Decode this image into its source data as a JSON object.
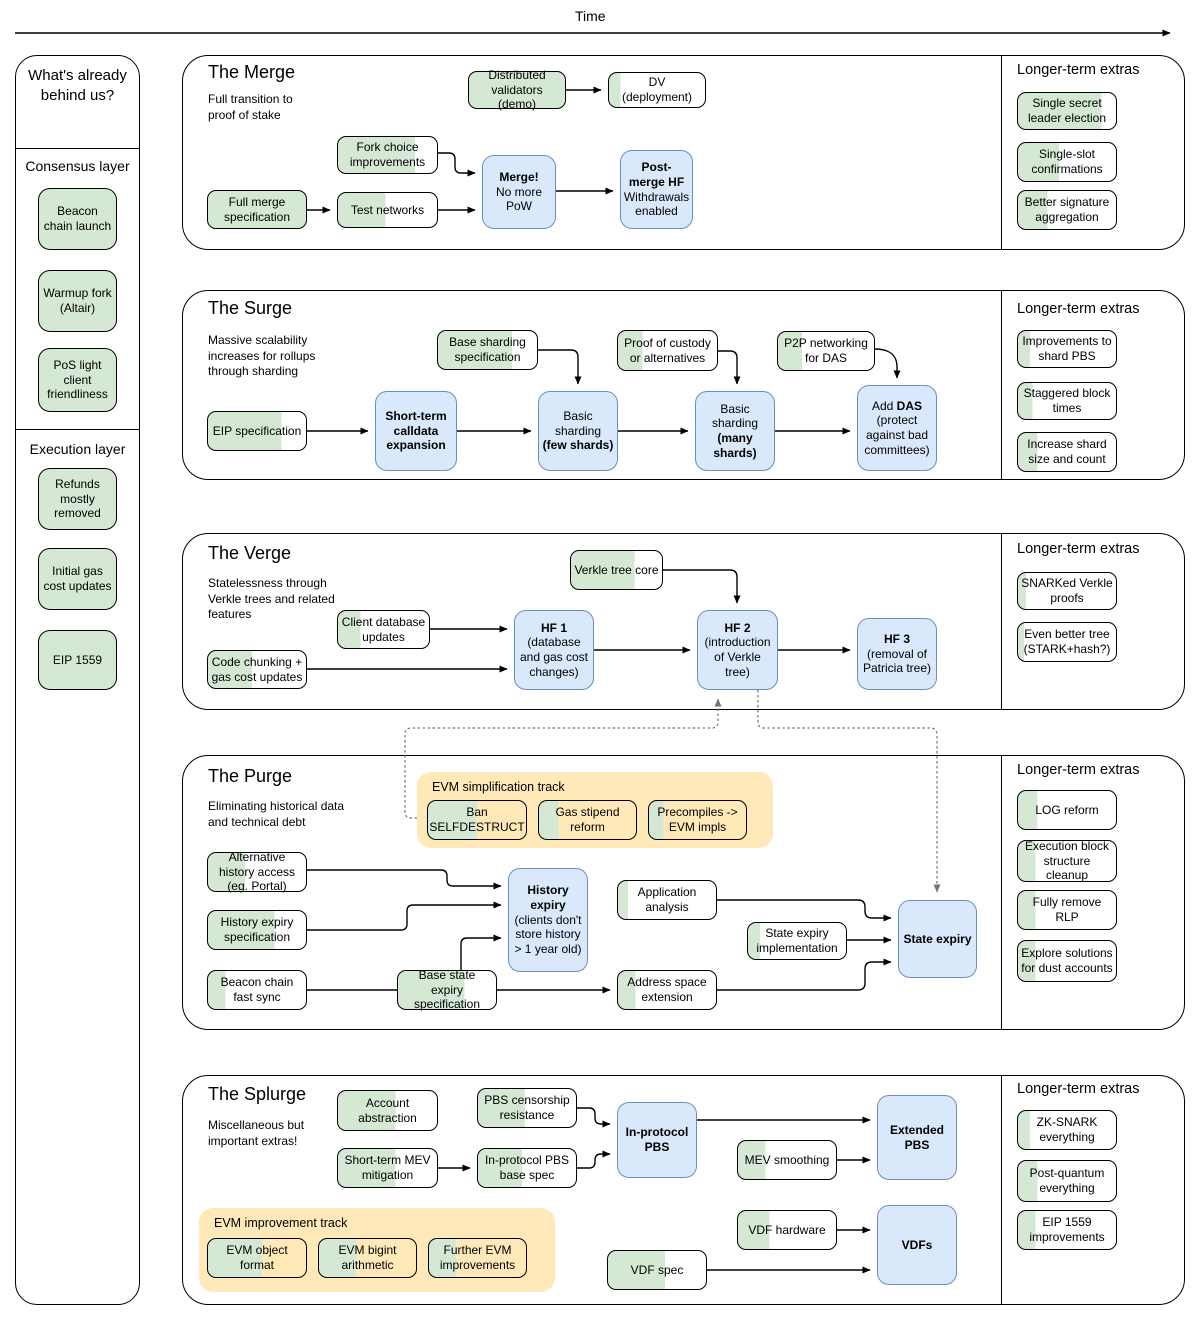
{
  "colors": {
    "green": "#d5e8d4",
    "blue_fill": "#dae8fc",
    "blue_border": "#6c8ebf",
    "yellow": "#ffe9b8"
  },
  "timeline": {
    "label": "Time"
  },
  "sidebar": {
    "title": "What's already behind us?",
    "consensus": {
      "label": "Consensus layer",
      "items": [
        "Beacon chain launch",
        "Warmup fork (Altair)",
        "PoS light client friendliness"
      ]
    },
    "execution": {
      "label": "Execution layer",
      "items": [
        "Refunds mostly removed",
        "Initial gas cost updates",
        "EIP 1559"
      ]
    }
  },
  "merge": {
    "title": "The Merge",
    "subtitle": "Full transition to proof of stake",
    "nodes": {
      "distributed_validators": {
        "label": "Distributed validators (demo)",
        "progress": 100
      },
      "dv_deployment": {
        "label": "DV (deployment)",
        "progress": 12
      },
      "fork_choice": {
        "label": "Fork choice improvements",
        "progress": 78
      },
      "full_merge_spec": {
        "label": "Full merge specification",
        "progress": 100
      },
      "test_networks": {
        "label": "Test networks",
        "progress": 48
      },
      "merge": {
        "title": "Merge!",
        "sub": "No more PoW"
      },
      "post_merge_hf": {
        "title": "Post-merge HF",
        "sub": "Withdrawals enabled"
      }
    },
    "extras": {
      "title": "Longer-term extras",
      "items": [
        {
          "label": "Single secret leader election",
          "progress": 85
        },
        {
          "label": "Single-slot confirmations",
          "progress": 42
        },
        {
          "label": "Better signature aggregation",
          "progress": 30
        }
      ]
    }
  },
  "surge": {
    "title": "The Surge",
    "subtitle": "Massive scalability increases for rollups through sharding",
    "nodes": {
      "base_sharding_spec": {
        "label": "Base sharding specification",
        "progress": 75
      },
      "proof_of_custody": {
        "label": "Proof of custody or alternatives",
        "progress": 25
      },
      "p2p_networking": {
        "label": "P2P networking for DAS",
        "progress": 25
      },
      "eip_specification": {
        "label": "EIP specification",
        "progress": 75
      },
      "calldata_expansion": {
        "title": "Short-term calldata expansion"
      },
      "basic_sharding_few": {
        "pre": "Basic sharding",
        "bold": "(few shards)"
      },
      "basic_sharding_many": {
        "pre": "Basic sharding",
        "bold": "(many shards)"
      },
      "add_das": {
        "pre": "Add ",
        "bold": "DAS",
        "post": "(protect against bad committees)"
      }
    },
    "extras": {
      "title": "Longer-term extras",
      "items": [
        {
          "label": "Improvements to shard PBS",
          "progress": 12
        },
        {
          "label": "Staggered block times",
          "progress": 15
        },
        {
          "label": "Increase shard size and count",
          "progress": 20
        }
      ]
    }
  },
  "verge": {
    "title": "The Verge",
    "subtitle": "Statelessness through Verkle trees and related features",
    "nodes": {
      "verkle_tree_core": {
        "label": "Verkle tree core",
        "progress": 70
      },
      "client_db_updates": {
        "label": "Client database updates",
        "progress": 25
      },
      "code_chunking": {
        "label": "Code chunking + gas cost updates",
        "progress": 45
      },
      "hf1": {
        "title": "HF 1",
        "sub": "(database and gas cost changes)"
      },
      "hf2": {
        "title": "HF 2",
        "sub": "(introduction of Verkle tree)"
      },
      "hf3": {
        "title": "HF 3",
        "sub": "(removal of Patricia tree)"
      }
    },
    "extras": {
      "title": "Longer-term extras",
      "items": [
        {
          "label": "SNARKed Verkle proofs",
          "progress": 8
        },
        {
          "label": "Even better tree (STARK+hash?)",
          "progress": 6
        }
      ]
    }
  },
  "purge": {
    "title": "The Purge",
    "subtitle": "Eliminating historical data and technical debt",
    "track": {
      "label": "EVM simplification track",
      "items": [
        {
          "label": "Ban SELFDESTRUCT",
          "progress": 50
        },
        {
          "label": "Gas stipend reform",
          "progress": 20
        },
        {
          "label": "Precompiles -> EVM impls",
          "progress": 15
        }
      ]
    },
    "nodes": {
      "alt_history": {
        "label": "Alternative history access (eg. Portal)",
        "progress": 38
      },
      "history_expiry_spec": {
        "label": "History expiry specification",
        "progress": 68
      },
      "beacon_fast_sync": {
        "label": "Beacon chain fast sync",
        "progress": 18
      },
      "base_state_expiry": {
        "label": "Base state expiry specification",
        "progress": 68
      },
      "history_expiry": {
        "title": "History expiry",
        "sub": "(clients don't store history > 1 year old)"
      },
      "application_analysis": {
        "label": "Application analysis",
        "progress": 10
      },
      "state_expiry_impl": {
        "label": "State expiry implementation",
        "progress": 12
      },
      "address_space": {
        "label": "Address space extension",
        "progress": 18
      },
      "state_expiry": {
        "title": "State expiry"
      }
    },
    "extras": {
      "title": "Longer-term extras",
      "items": [
        {
          "label": "LOG reform",
          "progress": 20
        },
        {
          "label": "Execution block structure cleanup",
          "progress": 18
        },
        {
          "label": "Fully remove RLP",
          "progress": 18
        },
        {
          "label": "Explore solutions for dust accounts",
          "progress": 18
        }
      ]
    }
  },
  "splurge": {
    "title": "The Splurge",
    "subtitle": "Miscellaneous but important extras!",
    "track": {
      "label": "EVM improvement track",
      "items": [
        {
          "label": "EVM object format",
          "progress": 55
        },
        {
          "label": "EVM bigint arithmetic",
          "progress": 38
        },
        {
          "label": "Further EVM improvements",
          "progress": 28
        }
      ]
    },
    "nodes": {
      "account_abstraction": {
        "label": "Account abstraction",
        "progress": 58
      },
      "pbs_censorship": {
        "label": "PBS censorship resistance",
        "progress": 48
      },
      "short_term_mev": {
        "label": "Short-term MEV mitigation",
        "progress": 58
      },
      "pbs_base_spec": {
        "label": "In-protocol PBS base spec",
        "progress": 45
      },
      "in_protocol_pbs": {
        "title": "In-protocol PBS"
      },
      "mev_smoothing": {
        "label": "MEV smoothing",
        "progress": 28
      },
      "extended_pbs": {
        "title": "Extended PBS"
      },
      "vdf_hardware": {
        "label": "VDF hardware",
        "progress": 32
      },
      "vdfs": {
        "title": "VDFs"
      },
      "vdf_spec": {
        "label": "VDF spec",
        "progress": 58
      }
    },
    "extras": {
      "title": "Longer-term extras",
      "items": [
        {
          "label": "ZK-SNARK everything",
          "progress": 12
        },
        {
          "label": "Post-quantum everything",
          "progress": 20
        },
        {
          "label": "EIP 1559 improvements",
          "progress": 18
        }
      ]
    }
  }
}
